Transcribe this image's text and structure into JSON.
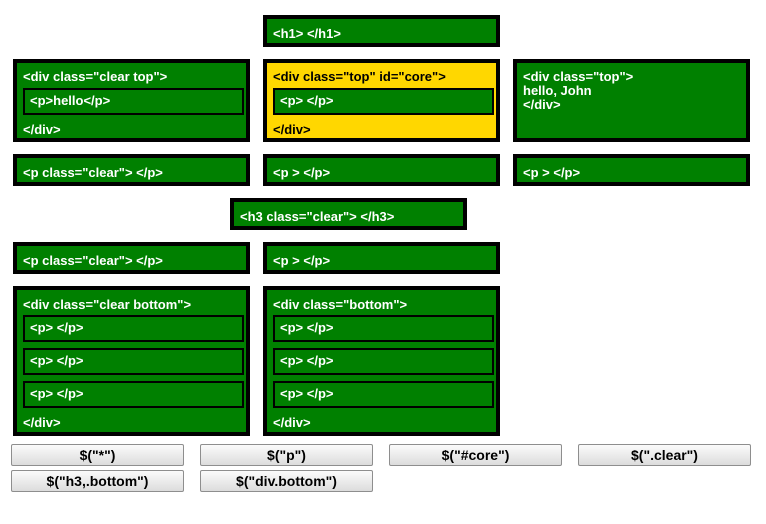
{
  "h1": "<h1> </h1>",
  "div_clear_top": {
    "open": "<div class=\"clear top\">",
    "p": "<p>hello</p>",
    "close": "</div>"
  },
  "div_core": {
    "open": "<div class=\"top\" id=\"core\">",
    "p": "<p> </p>",
    "close": "</div>"
  },
  "div_top": {
    "text": "<div class=\"top\">\nhello, John\n</div>"
  },
  "row_p": [
    "<p class=\"clear\"> </p>",
    "<p > </p>",
    "<p > </p>"
  ],
  "h3": "<h3 class=\"clear\"> </h3>",
  "row_p2": [
    "<p class=\"clear\"> </p>",
    "<p > </p>"
  ],
  "div_clear_bottom": {
    "open": "<div class=\"clear bottom\">",
    "p": [
      "<p> </p>",
      "<p> </p>",
      "<p> </p>"
    ],
    "close": "</div>"
  },
  "div_bottom": {
    "open": "<div class=\"bottom\">",
    "p": [
      "<p> </p>",
      "<p> </p>",
      "<p> </p>"
    ],
    "close": "</div>"
  },
  "buttons": [
    "$(\"*\")",
    "$(\"p\")",
    "$(\"#core\")",
    "$(\".clear\")",
    "$(\"h3,.bottom\")",
    "$(\"div.bottom\")"
  ],
  "colors": {
    "box": "#008000",
    "highlight": "#ffd700",
    "border": "#000000"
  }
}
